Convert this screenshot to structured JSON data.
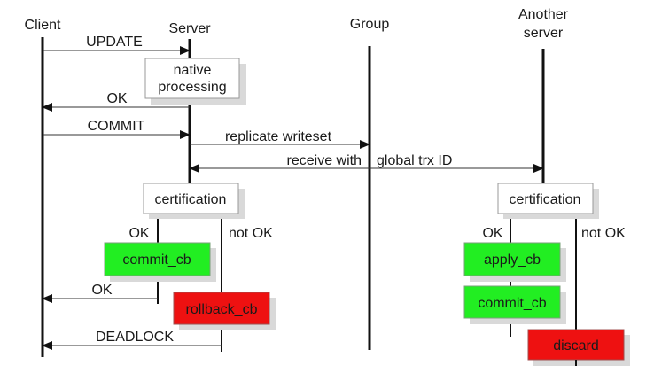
{
  "participants": {
    "client": "Client",
    "server": "Server",
    "group": "Group",
    "another_server_line1": "Another",
    "another_server_line2": "server"
  },
  "messages": {
    "update": "UPDATE",
    "ok_1": "OK",
    "commit": "COMMIT",
    "replicate_writeset": "replicate writeset",
    "receive_left": "receive with",
    "receive_right": "global trx ID",
    "ok_2": "OK",
    "deadlock": "DEADLOCK"
  },
  "boxes": {
    "native_line1": "native",
    "native_line2": "processing",
    "certification_server": "certification",
    "certification_another": "certification",
    "commit_cb_server": "commit_cb",
    "rollback_cb": "rollback_cb",
    "apply_cb": "apply_cb",
    "commit_cb_another": "commit_cb",
    "discard": "discard"
  },
  "branch_labels": {
    "server_ok": "OK",
    "server_not_ok": "not OK",
    "another_ok": "OK",
    "another_not_ok": "not OK"
  },
  "colors": {
    "success_fill": "#22ee22",
    "failure_fill": "#ee1111",
    "box_fill": "#ffffff",
    "box_border": "#999999",
    "shadow": "#d9d9d9"
  }
}
